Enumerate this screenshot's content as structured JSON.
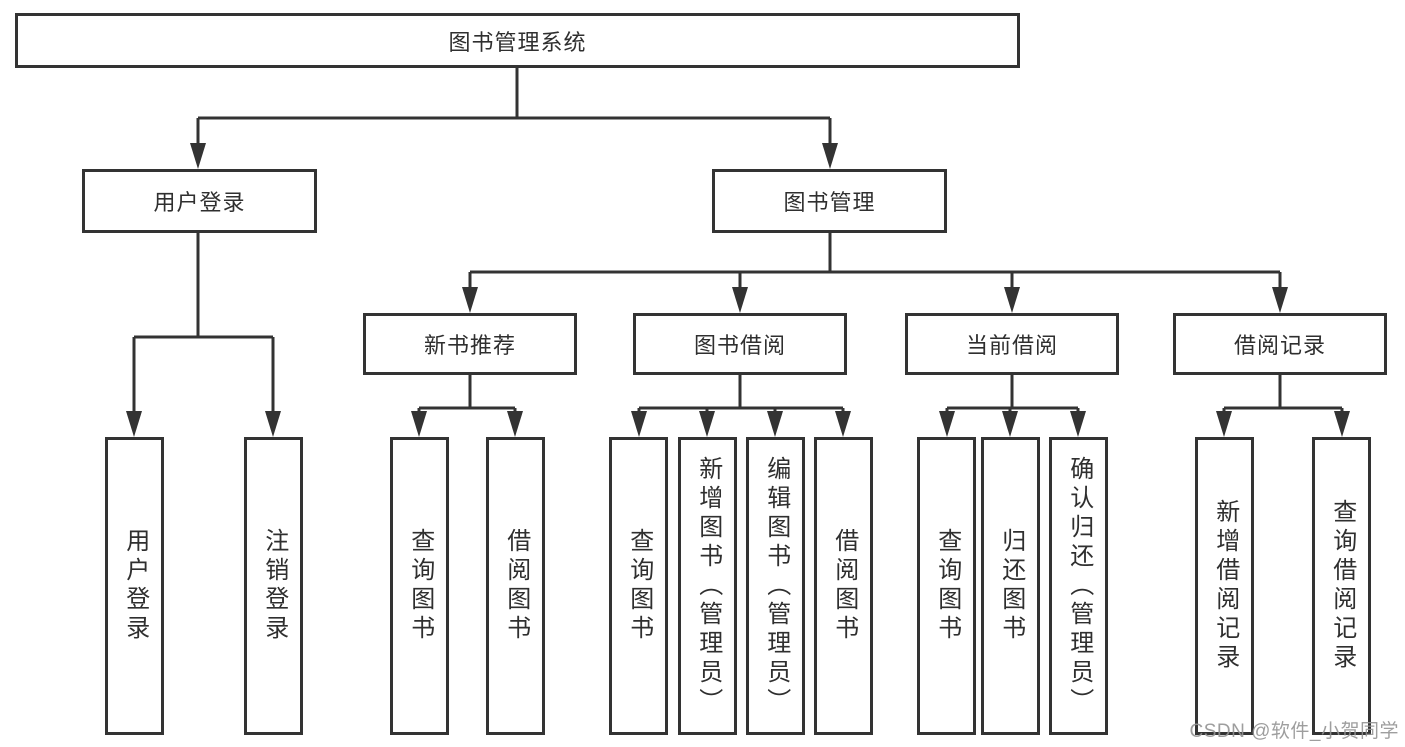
{
  "diagram": {
    "root": {
      "label": "图书管理系统"
    },
    "branches": [
      {
        "label": "用户登录",
        "children": [
          {
            "label": "用户登录"
          },
          {
            "label": "注销登录"
          }
        ]
      },
      {
        "label": "图书管理",
        "children": [
          {
            "label": "新书推荐",
            "children": [
              {
                "label": "查询图书"
              },
              {
                "label": "借阅图书"
              }
            ]
          },
          {
            "label": "图书借阅",
            "children": [
              {
                "label": "查询图书"
              },
              {
                "label": "新增图书（管理员）"
              },
              {
                "label": "编辑图书（管理员）"
              },
              {
                "label": "借阅图书"
              }
            ]
          },
          {
            "label": "当前借阅",
            "children": [
              {
                "label": "查询图书"
              },
              {
                "label": "归还图书"
              },
              {
                "label": "确认归还（管理员）"
              }
            ]
          },
          {
            "label": "借阅记录",
            "children": [
              {
                "label": "新增借阅记录"
              },
              {
                "label": "查询借阅记录"
              }
            ]
          }
        ]
      }
    ]
  },
  "watermark": {
    "text": "CSDN @软件_小贺同学"
  },
  "colors": {
    "line": "#333333",
    "text": "#2f2f2f",
    "watermark": "#949494",
    "background": "#ffffff"
  }
}
